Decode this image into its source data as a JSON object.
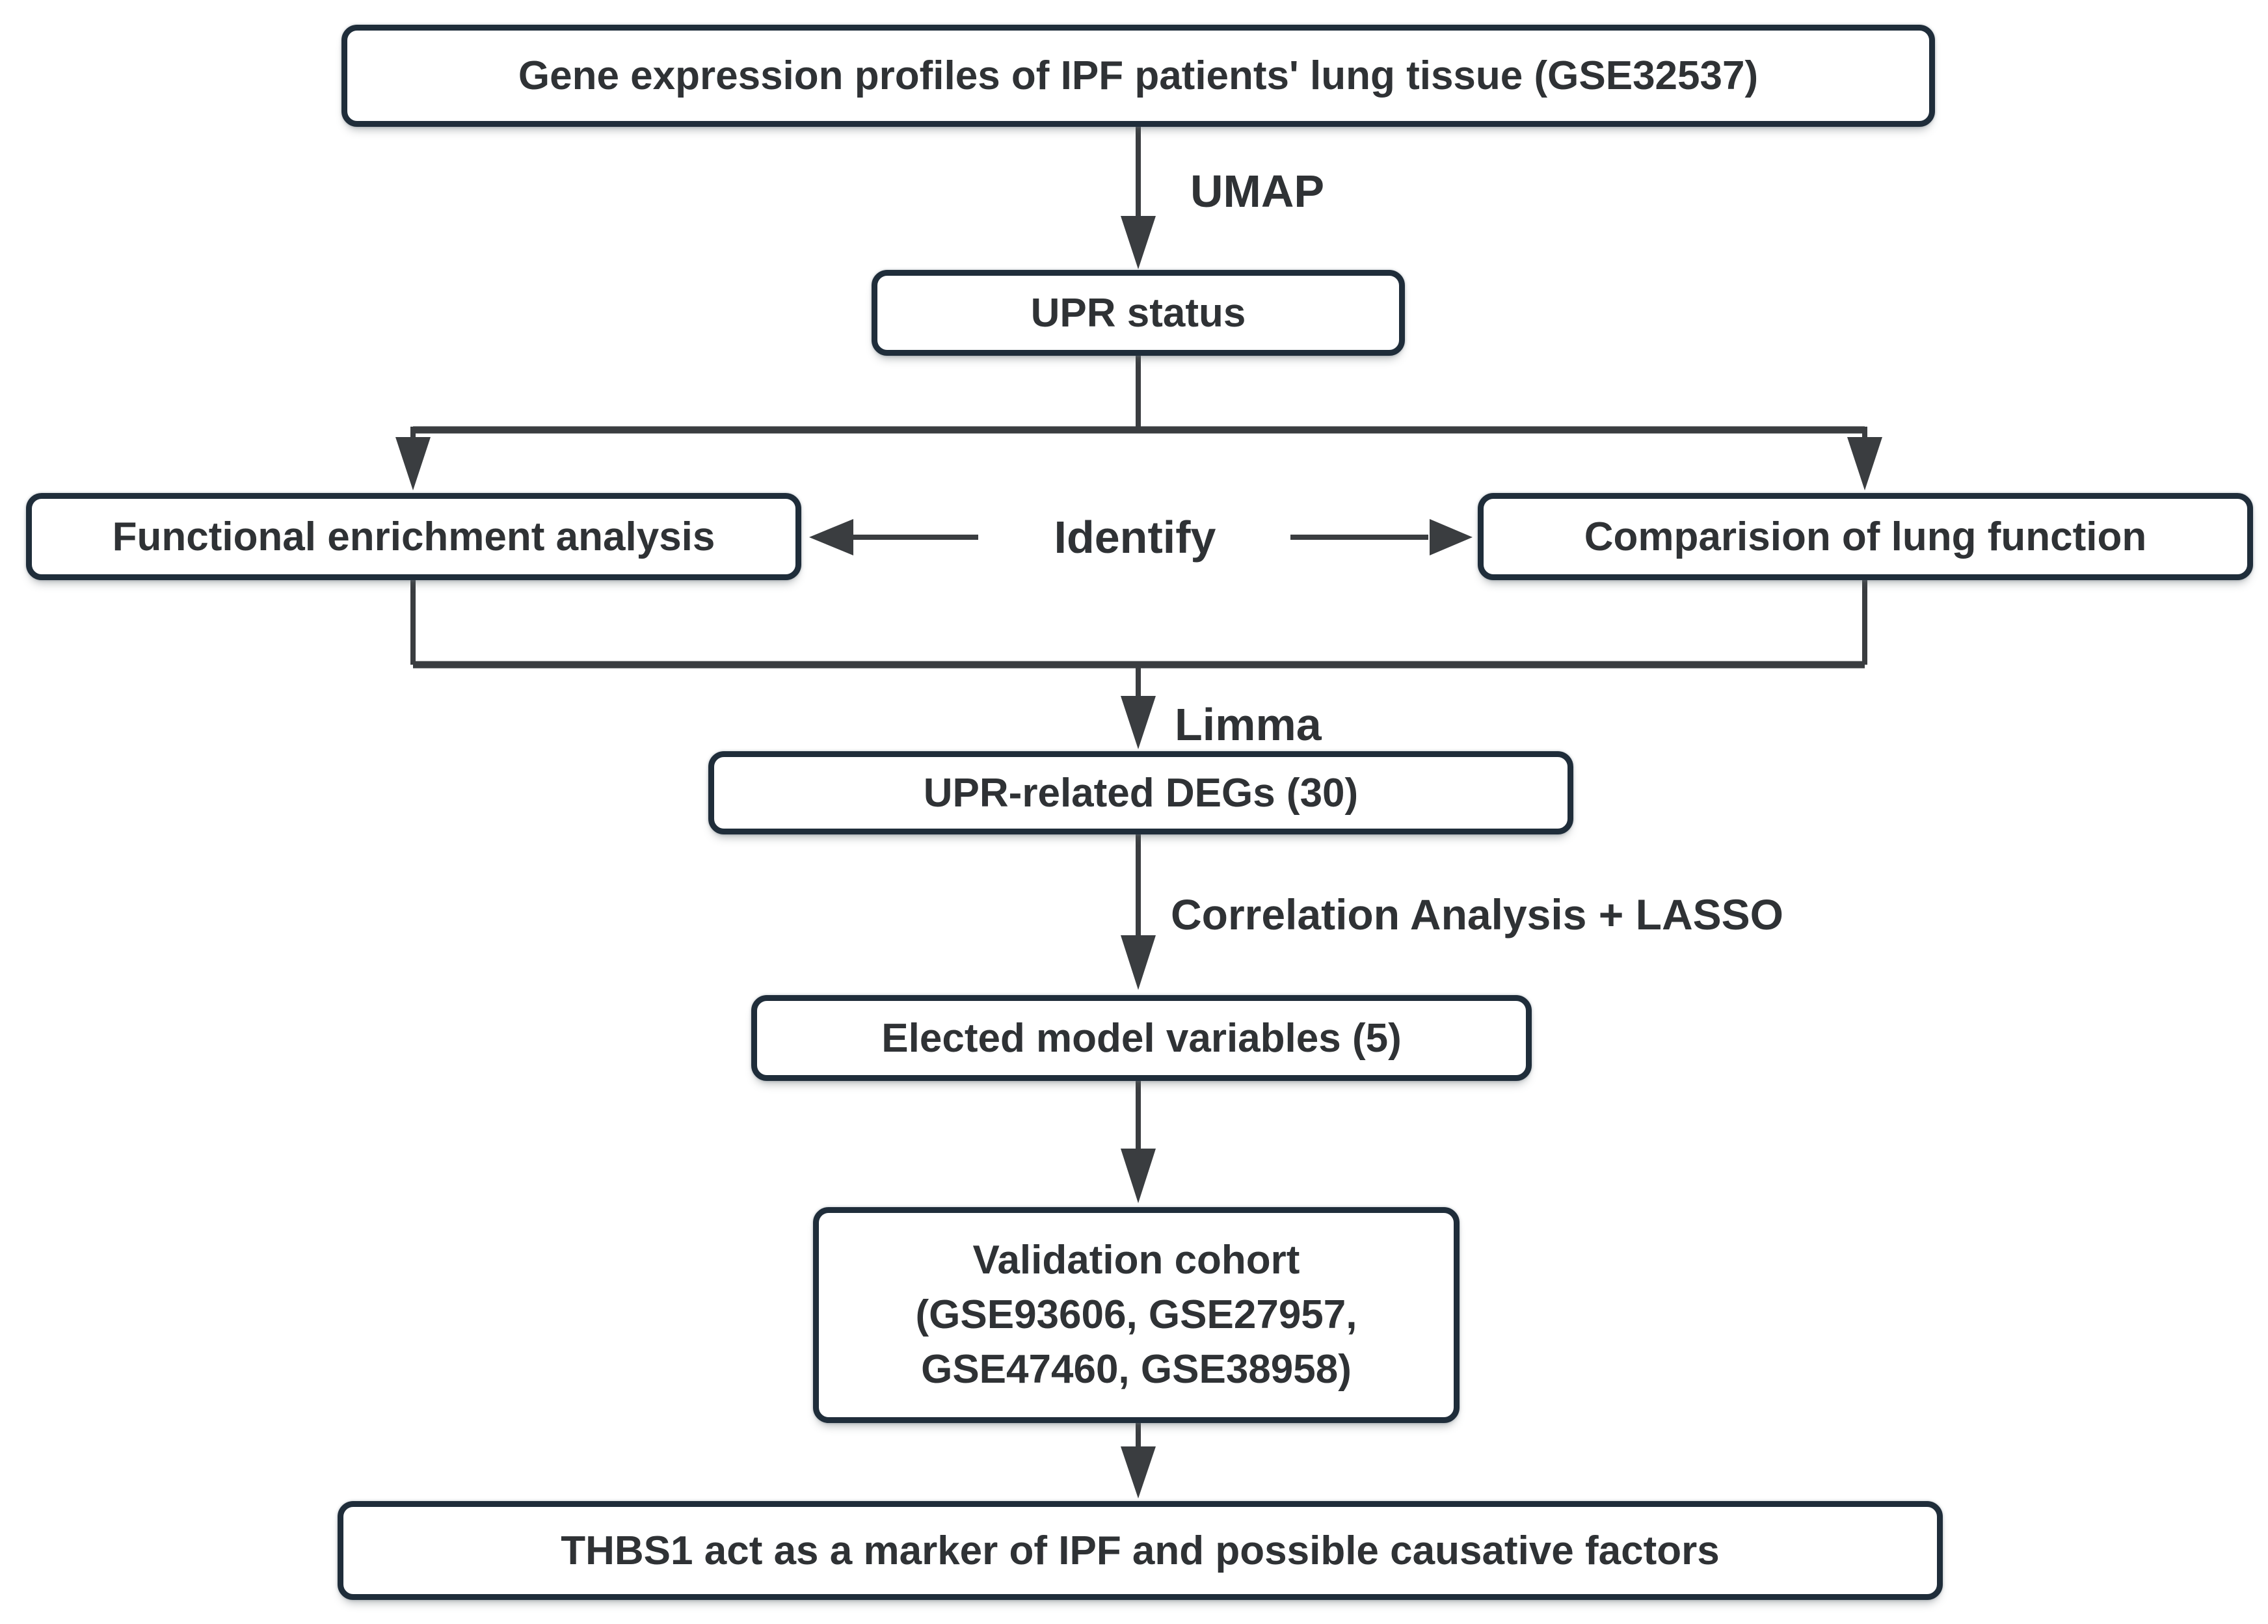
{
  "colors": {
    "border": "#1f2d3a",
    "line": "#3a3d40",
    "text": "#2f3235",
    "background": "#ffffff"
  },
  "nodes": {
    "gene_expression": {
      "label": "Gene expression profiles of IPF patients' lung tissue (GSE32537)"
    },
    "upr_status": {
      "label": "UPR status"
    },
    "functional_enrichment": {
      "label": "Functional enrichment analysis"
    },
    "comparision_lung": {
      "label": "Comparision of lung function"
    },
    "upr_degs": {
      "label": "UPR-related DEGs (30)"
    },
    "elected_vars": {
      "label": "Elected model variables (5)"
    },
    "validation_cohort": {
      "line1": "Validation cohort",
      "line2": "(GSE93606, GSE27957,",
      "line3": "GSE47460, GSE38958)"
    },
    "thbs1": {
      "label": "THBS1 act as a marker of IPF and possible causative factors"
    }
  },
  "edge_labels": {
    "umap": "UMAP",
    "identify": "Identify",
    "limma": "Limma",
    "correlation_lasso": "Correlation Analysis + LASSO"
  }
}
